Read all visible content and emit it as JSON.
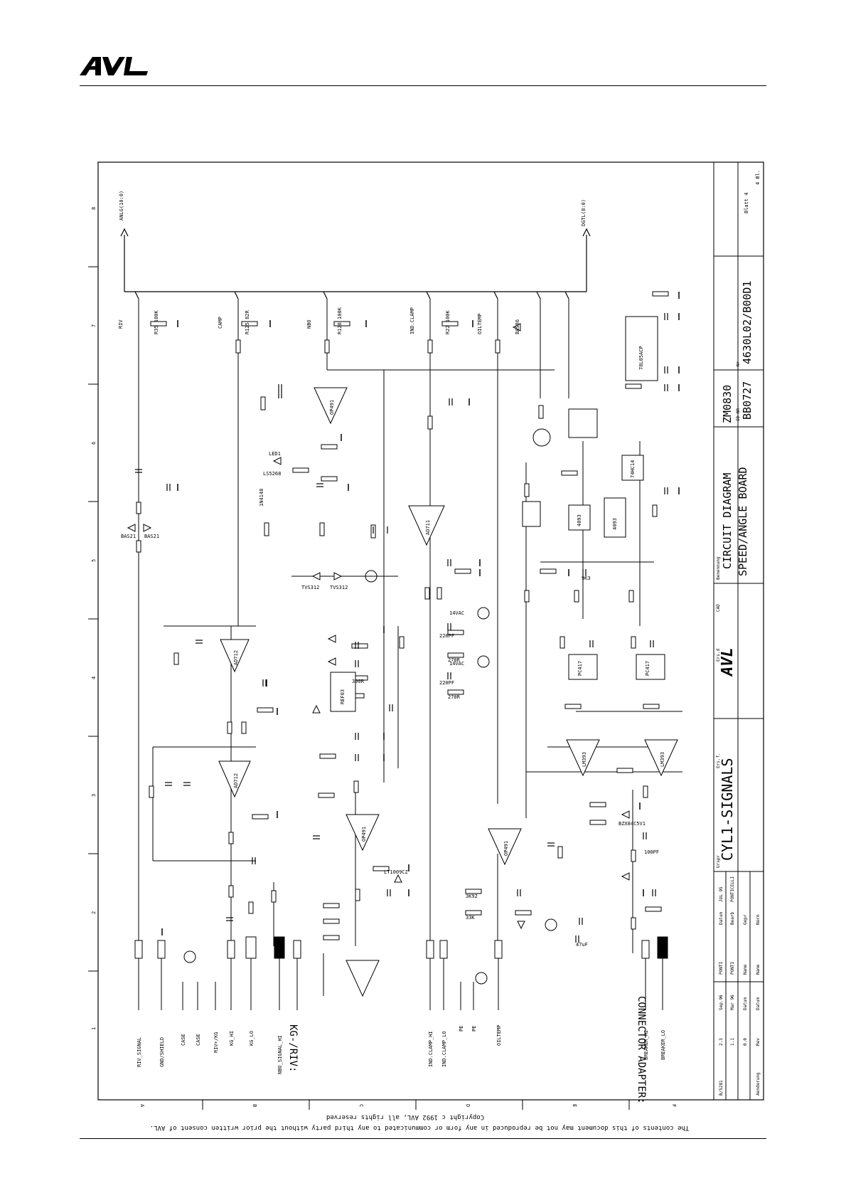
{
  "header": {
    "logo_text": "AVL"
  },
  "title_block": {
    "title_line1": "CYL1-SIGNALS",
    "title_line2": "CIRCUIT DIAGRAM",
    "title_line3": "SPEED/ANGLE BOARD",
    "zm_number": "ZM0830",
    "id_nr_label": "ID NR",
    "id_nr": "BB0727",
    "nr_label": "Nr",
    "drawing_nr": "4630L02/B00D1",
    "sheet_label": "Blatt 4",
    "sheet_total": "4 Bl.",
    "benennung_label": "Benennung",
    "cad_label": "CAD",
    "ers_f_label": "Ers.f.",
    "ers_d_label": "Ers.d",
    "urspr_label": "Urspr",
    "logo_small": "AVL",
    "date_rows": [
      {
        "label": "Datum",
        "value": "JUL 95"
      },
      {
        "label": "Bearb",
        "value": "PONTICELLI"
      },
      {
        "label": "Gepr",
        "value": ""
      },
      {
        "label": "Norm",
        "value": ""
      }
    ],
    "rev_rows": [
      {
        "rev": "2.3",
        "date": "Sep.96",
        "name": "PONTI"
      },
      {
        "rev": "1.1",
        "date": "Mar 96",
        "name": "PONTI"
      },
      {
        "rev": "0.0",
        "date": "Datum",
        "name": "Name"
      }
    ],
    "rev_header": [
      "Rev",
      "Datum",
      "Name"
    ],
    "aenderung": "Aenderung",
    "ref": "B/5281"
  },
  "copyright": {
    "line1": "Copyright c 1992 AVL, all rights reserved",
    "line2": "The contents of this document may not be reproduced in any form or communicated to any third party without the prior written consent of AVL."
  },
  "schematic": {
    "bus_left": "ANLG(10:0)",
    "bus_right": "DGTL(8:0)",
    "section_left": "KG-/RIV:",
    "section_right": "CONNECTOR ADAPTER:",
    "connector_left": [
      "RIV_SIGNAL",
      "GND/SHIELD",
      "CASE",
      "CASE",
      "RIV+/KG",
      "KG_HI",
      "KG_LO",
      "NBO_SIGNAL_HI"
    ],
    "connector_right": [
      "IND.CLAMP_HI",
      "IND.CLAMP_LO",
      "PE",
      "PE",
      "OILTEMP",
      "BREAKER_HI",
      "BREAKER_LO"
    ],
    "signals_top": [
      "RIV",
      "CAMP",
      "NBO",
      "IND.CLAMP",
      "OILTEMP"
    ],
    "resistors_top": [
      "R35 100K",
      "R125 82R",
      "R128 100K",
      "R22 100K",
      "BAS86"
    ],
    "chip_labels": [
      "AD712",
      "AD712",
      "OP491",
      "OP491",
      "OP491",
      "AD711",
      "LM393",
      "LM393",
      "PC417",
      "PC417",
      "4093",
      "4093",
      "74HC14",
      "78L05ACP",
      "REF03"
    ],
    "misc_labels": [
      "TVS312",
      "TVS312",
      "LED1",
      "LS5268",
      "BAS21",
      "BAS21",
      "BZX84C5V1",
      "LT1009CZ",
      "14VAC",
      "14VAC",
      "3K92",
      "33K",
      "390R",
      "270R",
      "270R",
      "220PF",
      "220PF",
      "47uF",
      "100PF",
      "9K3",
      "1N4148"
    ],
    "row_markers": [
      "A",
      "B",
      "C",
      "D",
      "E",
      "F"
    ],
    "col_markers": [
      "1",
      "2",
      "3",
      "4",
      "5",
      "6",
      "7",
      "8"
    ]
  }
}
